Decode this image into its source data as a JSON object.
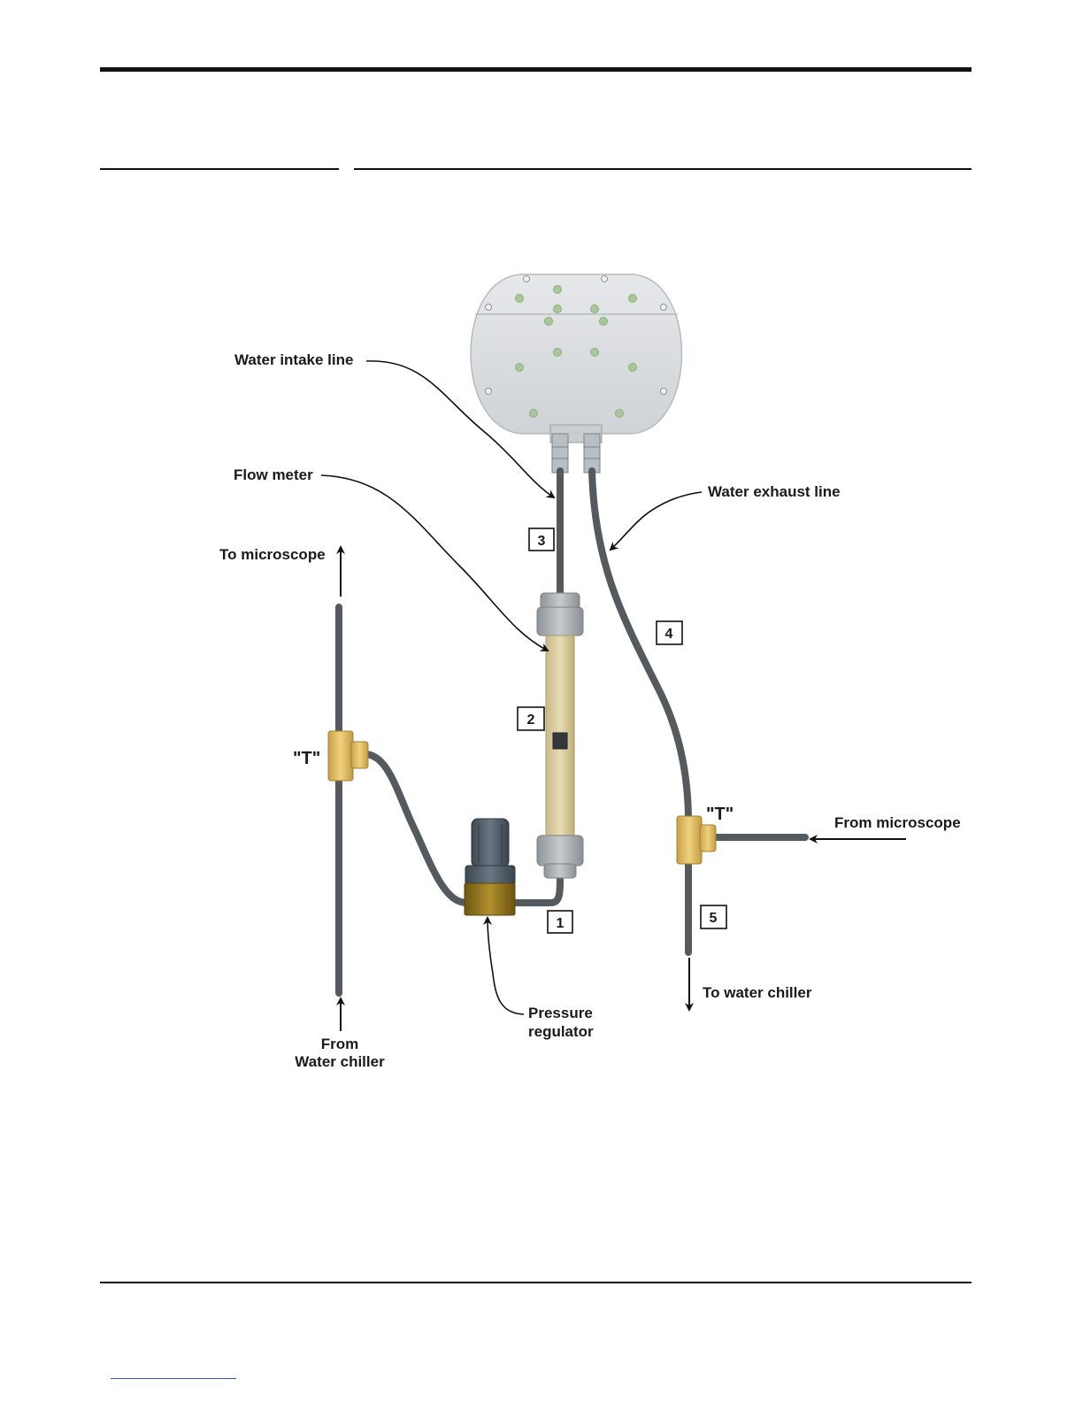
{
  "labels": {
    "water_intake": "Water intake line",
    "flow_meter": "Flow meter",
    "water_exhaust": "Water exhaust line",
    "to_microscope": "To microscope",
    "tee_left": "\"T\"",
    "tee_right": "\"T\"",
    "from_microscope": "From microscope",
    "pressure_line1": "Pressure",
    "pressure_line2": "regulator",
    "to_water_chiller": "To water chiller",
    "from_line1": "From",
    "from_line2": "Water chiller"
  },
  "callouts": [
    "1",
    "2",
    "3",
    "4",
    "5"
  ],
  "colors": {
    "tube": "#555a5f",
    "brass": "#d8b45a",
    "housing": "#dcdfe2",
    "led": "#a8c79a",
    "regulator_cap": "#4a5561",
    "regulator_base": "#8a6d1c",
    "flow_tube": "#d8caa0"
  }
}
